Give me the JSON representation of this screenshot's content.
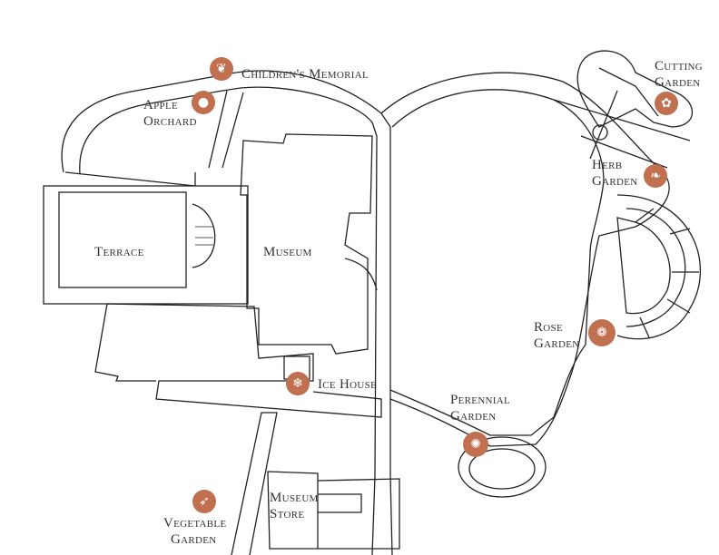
{
  "colors": {
    "marker": "#c0704f",
    "path": "#222222"
  },
  "labels": {
    "childrens_memorial": "Children's Memorial",
    "apple_orchard": [
      "Apple",
      "Orchard"
    ],
    "terrace": "Terrace",
    "museum": "Museum",
    "ice_house": "Ice House",
    "cutting_garden": [
      "Cutting",
      "Garden"
    ],
    "herb_garden": [
      "Herb",
      "Garden"
    ],
    "rose_garden": [
      "Rose",
      "Garden"
    ],
    "perennial_garden": [
      "Perennial",
      "Garden"
    ],
    "museum_store": [
      "Museum",
      "Store"
    ],
    "vegetable_garden": [
      "Vegetable",
      "Garden"
    ]
  },
  "icons": {
    "butterfly": "❦",
    "apple": "●",
    "flower": "✿",
    "herb": "❧",
    "rose": "❁",
    "snowflake": "❄",
    "daisy": "✺",
    "carrot": "➶"
  }
}
